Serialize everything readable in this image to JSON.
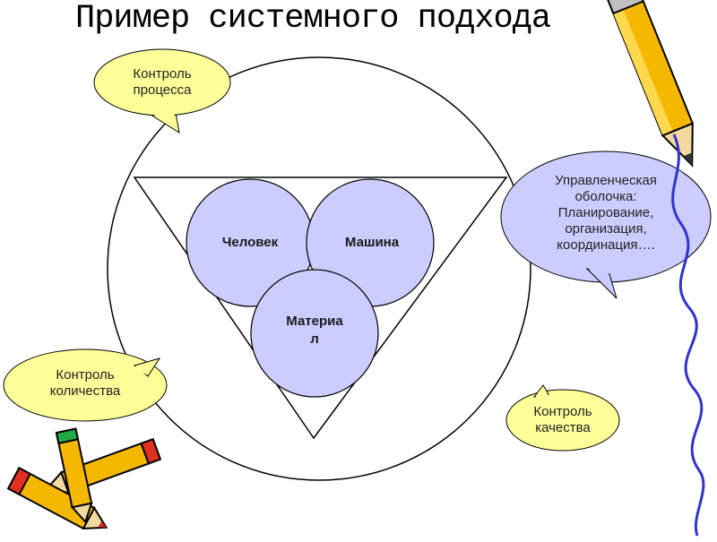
{
  "title": "Пример системного подхода",
  "components": {
    "person": "Человек",
    "machine": "Машина",
    "material": "Материа\nл"
  },
  "callouts": {
    "process_control": "Контроль\nпроцесса",
    "management_shell": "Управленческая\nоболочка:\nПланирование,\nорганизация,\nкоординация….",
    "quantity_control": "Контроль\nколичества",
    "quality_control": "Контроль\nкачества"
  },
  "colors": {
    "callout_fill": "#FFFF99",
    "shell_fill": "#CCCCFF",
    "component_fill": "#CCCCFF",
    "outline": "#000000",
    "pencil_body": "#F5B800",
    "pencil_tip": "#C0C0C0",
    "squiggle": "#3333CC"
  },
  "decorations": [
    "pencil-icon",
    "crayon-icon",
    "squiggle-line"
  ]
}
